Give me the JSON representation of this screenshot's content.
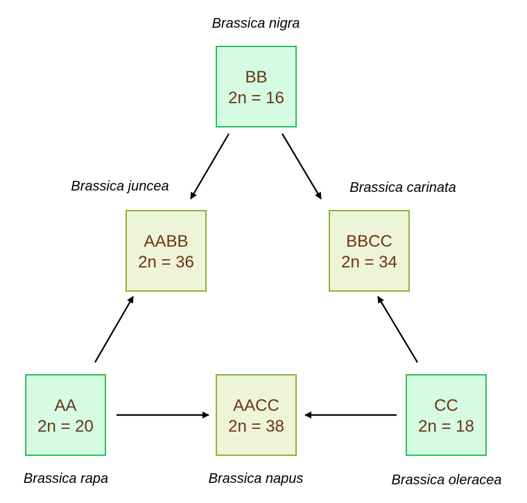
{
  "colors": {
    "diploid_fill": "#d5fbe3",
    "diploid_stroke": "#2ebd5f",
    "hybrid_fill": "#eef4d8",
    "hybrid_stroke": "#8db33a",
    "text": "#6b3414",
    "arrow": "#000000"
  },
  "nodes": [
    {
      "id": "nigra",
      "species": "Brassica nigra",
      "genome": "BB",
      "chromosomes": "2n = 16",
      "type": "diploid"
    },
    {
      "id": "juncea",
      "species": "Brassica juncea",
      "genome": "AABB",
      "chromosomes": "2n = 36",
      "type": "hybrid"
    },
    {
      "id": "carinata",
      "species": "Brassica carinata",
      "genome": "BBCC",
      "chromosomes": "2n = 34",
      "type": "hybrid"
    },
    {
      "id": "rapa",
      "species": "Brassica rapa",
      "genome": "AA",
      "chromosomes": "2n = 20",
      "type": "diploid"
    },
    {
      "id": "napus",
      "species": "Brassica napus",
      "genome": "AACC",
      "chromosomes": "2n = 38",
      "type": "hybrid"
    },
    {
      "id": "oleracea",
      "species": "Brassica oleracea",
      "genome": "CC",
      "chromosomes": "2n = 18",
      "type": "diploid"
    }
  ],
  "edges": [
    {
      "from": "nigra",
      "to": "juncea"
    },
    {
      "from": "nigra",
      "to": "carinata"
    },
    {
      "from": "rapa",
      "to": "juncea"
    },
    {
      "from": "oleracea",
      "to": "carinata"
    },
    {
      "from": "rapa",
      "to": "napus"
    },
    {
      "from": "oleracea",
      "to": "napus"
    }
  ]
}
